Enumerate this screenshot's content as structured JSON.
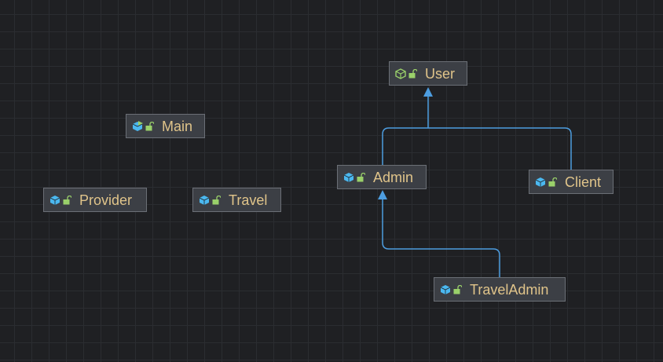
{
  "colors": {
    "background": "#1f2023",
    "grid": "#2b2d31",
    "node_fill": "#3c3f45",
    "node_border": "#6b6f76",
    "label": "#e0c48a",
    "edge": "#4d9de0",
    "class_icon": "#4bb8f0",
    "interface_icon": "#9ad06a",
    "lock_icon": "#9ad06a"
  },
  "nodes": [
    {
      "id": "user",
      "label": "User",
      "icon": "interface-icon"
    },
    {
      "id": "main",
      "label": "Main",
      "icon": "main-class-icon"
    },
    {
      "id": "admin",
      "label": "Admin",
      "icon": "class-icon"
    },
    {
      "id": "client",
      "label": "Client",
      "icon": "class-icon"
    },
    {
      "id": "provider",
      "label": "Provider",
      "icon": "class-icon"
    },
    {
      "id": "travel",
      "label": "Travel",
      "icon": "class-icon"
    },
    {
      "id": "traveladmin",
      "label": "TravelAdmin",
      "icon": "class-icon"
    }
  ],
  "edges": [
    {
      "from": "admin",
      "to": "user",
      "type": "inheritance"
    },
    {
      "from": "client",
      "to": "user",
      "type": "inheritance"
    },
    {
      "from": "traveladmin",
      "to": "admin",
      "type": "inheritance"
    }
  ]
}
